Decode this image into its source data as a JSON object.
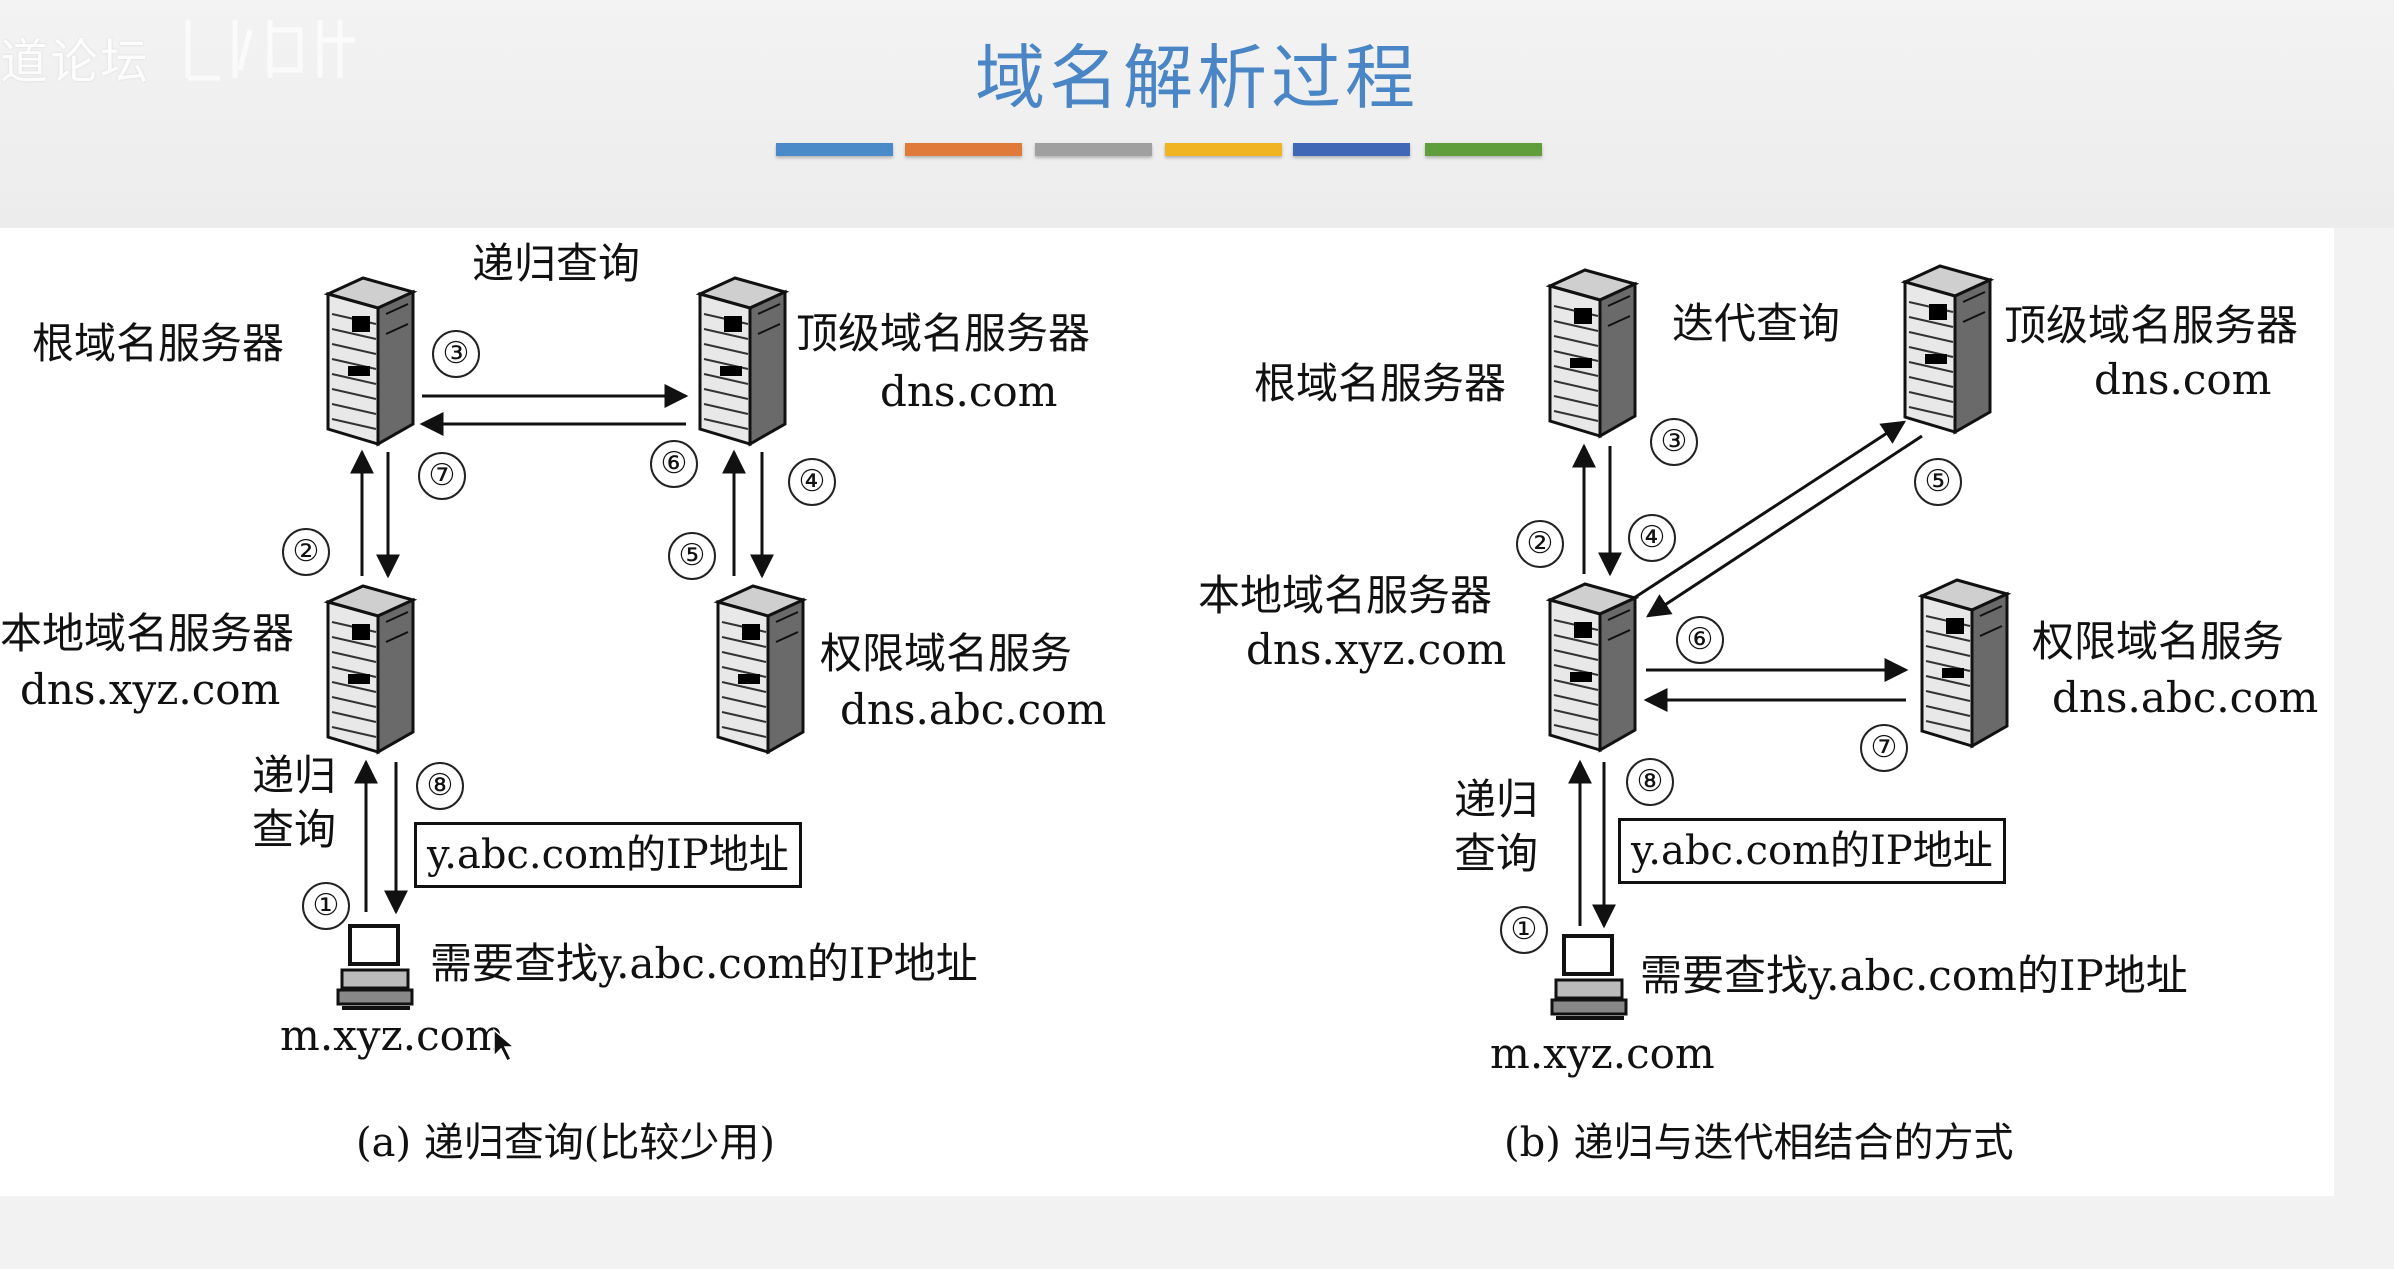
{
  "watermark": "道论坛",
  "title": "域名解析过程",
  "color_bars": [
    "#4a8ac8",
    "#e07a3a",
    "#a0a0a0",
    "#f0b422",
    "#3f67b5",
    "#5f9e3a"
  ],
  "circled": {
    "n1": "①",
    "n2": "②",
    "n3": "③",
    "n4": "④",
    "n5": "⑤",
    "n6": "⑥",
    "n7": "⑦",
    "n8": "⑧"
  },
  "diagram_a": {
    "top_label": "递归查询",
    "root_server": "根域名服务器",
    "tld_server": "顶级域名服务器",
    "tld_domain": "dns.com",
    "local_server": "本地域名服务器",
    "local_domain": "dns.xyz.com",
    "auth_server": "权限域名服务",
    "auth_domain": "dns.abc.com",
    "query_line1": "递归",
    "query_line2": "查询",
    "ip_box": "y.abc.com的IP地址",
    "host_need": "需要查找y.abc.com的IP地址",
    "host_name": "m.xyz.com",
    "caption": "(a) 递归查询(比较少用)"
  },
  "diagram_b": {
    "iter_label": "迭代查询",
    "root_server": "根域名服务器",
    "tld_server": "顶级域名服务器",
    "tld_domain": "dns.com",
    "local_server": "本地域名服务器",
    "local_domain": "dns.xyz.com",
    "auth_server": "权限域名服务",
    "auth_domain": "dns.abc.com",
    "query_line1": "递归",
    "query_line2": "查询",
    "ip_box": "y.abc.com的IP地址",
    "host_need": "需要查找y.abc.com的IP地址",
    "host_name": "m.xyz.com",
    "caption": "(b) 递归与迭代相结合的方式"
  },
  "icons": {
    "server": "server-tower-icon",
    "computer": "desktop-computer-icon",
    "cursor": "mouse-cursor-icon"
  }
}
